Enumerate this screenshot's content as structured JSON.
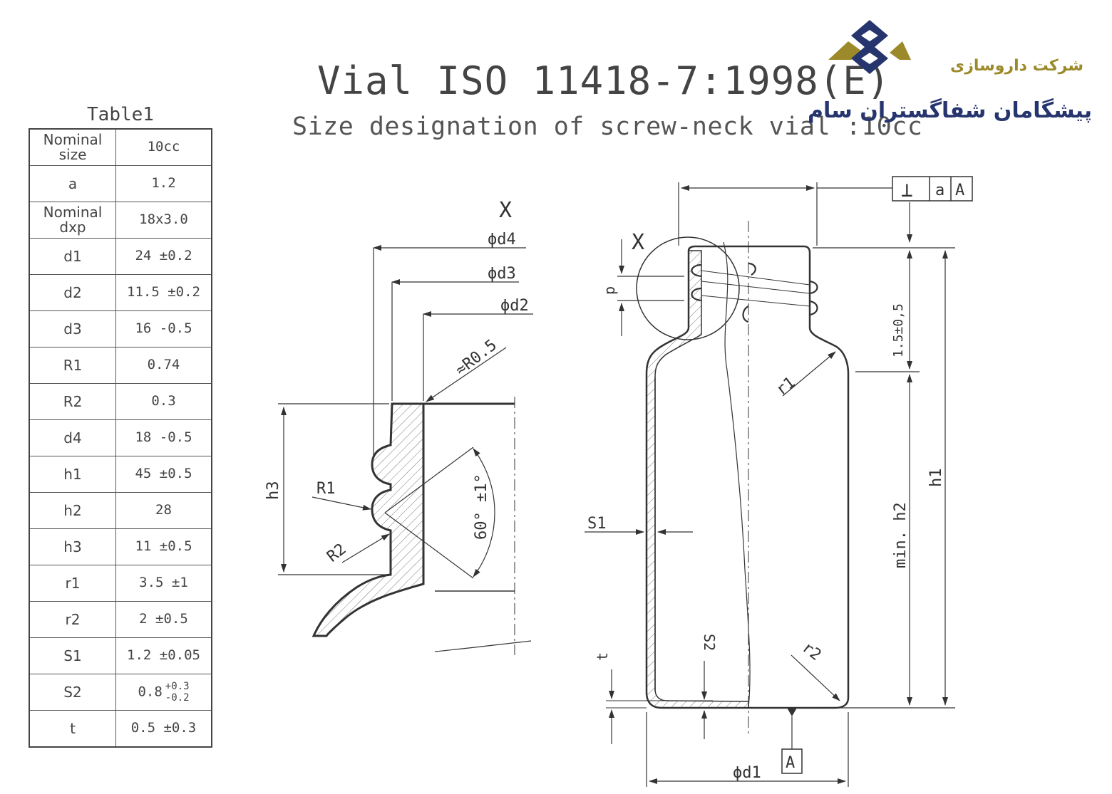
{
  "header": {
    "title": "Vial ISO 11418-7:1998(E)",
    "subtitle": "Size designation of screw-neck vial :10cc"
  },
  "logo": {
    "company_line1": "شرکت داروسازی",
    "company_line2": "پیشگامان شفاگستران سام",
    "colors": {
      "gold": "#9c8a2a",
      "navy": "#26356e"
    }
  },
  "table": {
    "caption": "Table1",
    "rows": [
      {
        "key": "Nominal size",
        "value": "10cc"
      },
      {
        "key": "a",
        "value": "1.2"
      },
      {
        "key": "Nominal dxp",
        "value": "18x3.0"
      },
      {
        "key": "d1",
        "value": "24 ±0.2"
      },
      {
        "key": "d2",
        "value": "11.5 ±0.2"
      },
      {
        "key": "d3",
        "value": "16 -0.5"
      },
      {
        "key": "R1",
        "value": "0.74"
      },
      {
        "key": "R2",
        "value": "0.3"
      },
      {
        "key": "d4",
        "value": "18 -0.5"
      },
      {
        "key": "h1",
        "value": "45 ±0.5"
      },
      {
        "key": "h2",
        "value": "28"
      },
      {
        "key": "h3",
        "value": "11 ±0.5"
      },
      {
        "key": "r1",
        "value": "3.5 ±1"
      },
      {
        "key": "r2",
        "value": "2 ±0.5"
      },
      {
        "key": "S1",
        "value": "1.2 ±0.05"
      },
      {
        "key": "S2",
        "value": "0.8",
        "tol_plus": "+0.3",
        "tol_minus": "-0.2"
      },
      {
        "key": "t",
        "value": "0.5 ±0.3"
      }
    ]
  },
  "detail_view": {
    "view_label": "X",
    "d4": "ϕd4",
    "d3": "ϕd3",
    "d2": "ϕd2",
    "radius_note": "≈R0.5",
    "r1_label": "R1",
    "r2_label": "R2",
    "h3_label": "h3",
    "angle_label": "60° ±1°"
  },
  "main_view": {
    "view_label": "X",
    "perp_symbol": "⊥",
    "tol_value": "a",
    "datum_ref": "A",
    "p_label": "p",
    "neck_label": "1.5±0,5",
    "r1_label": "r1",
    "r2_label": "r2",
    "s1_label": "S1",
    "s2_label": "S2",
    "t_label": "t",
    "h1_label": "h1",
    "h2_label": "min. h2",
    "d1_label": "ϕd1",
    "datum_label": "A"
  }
}
